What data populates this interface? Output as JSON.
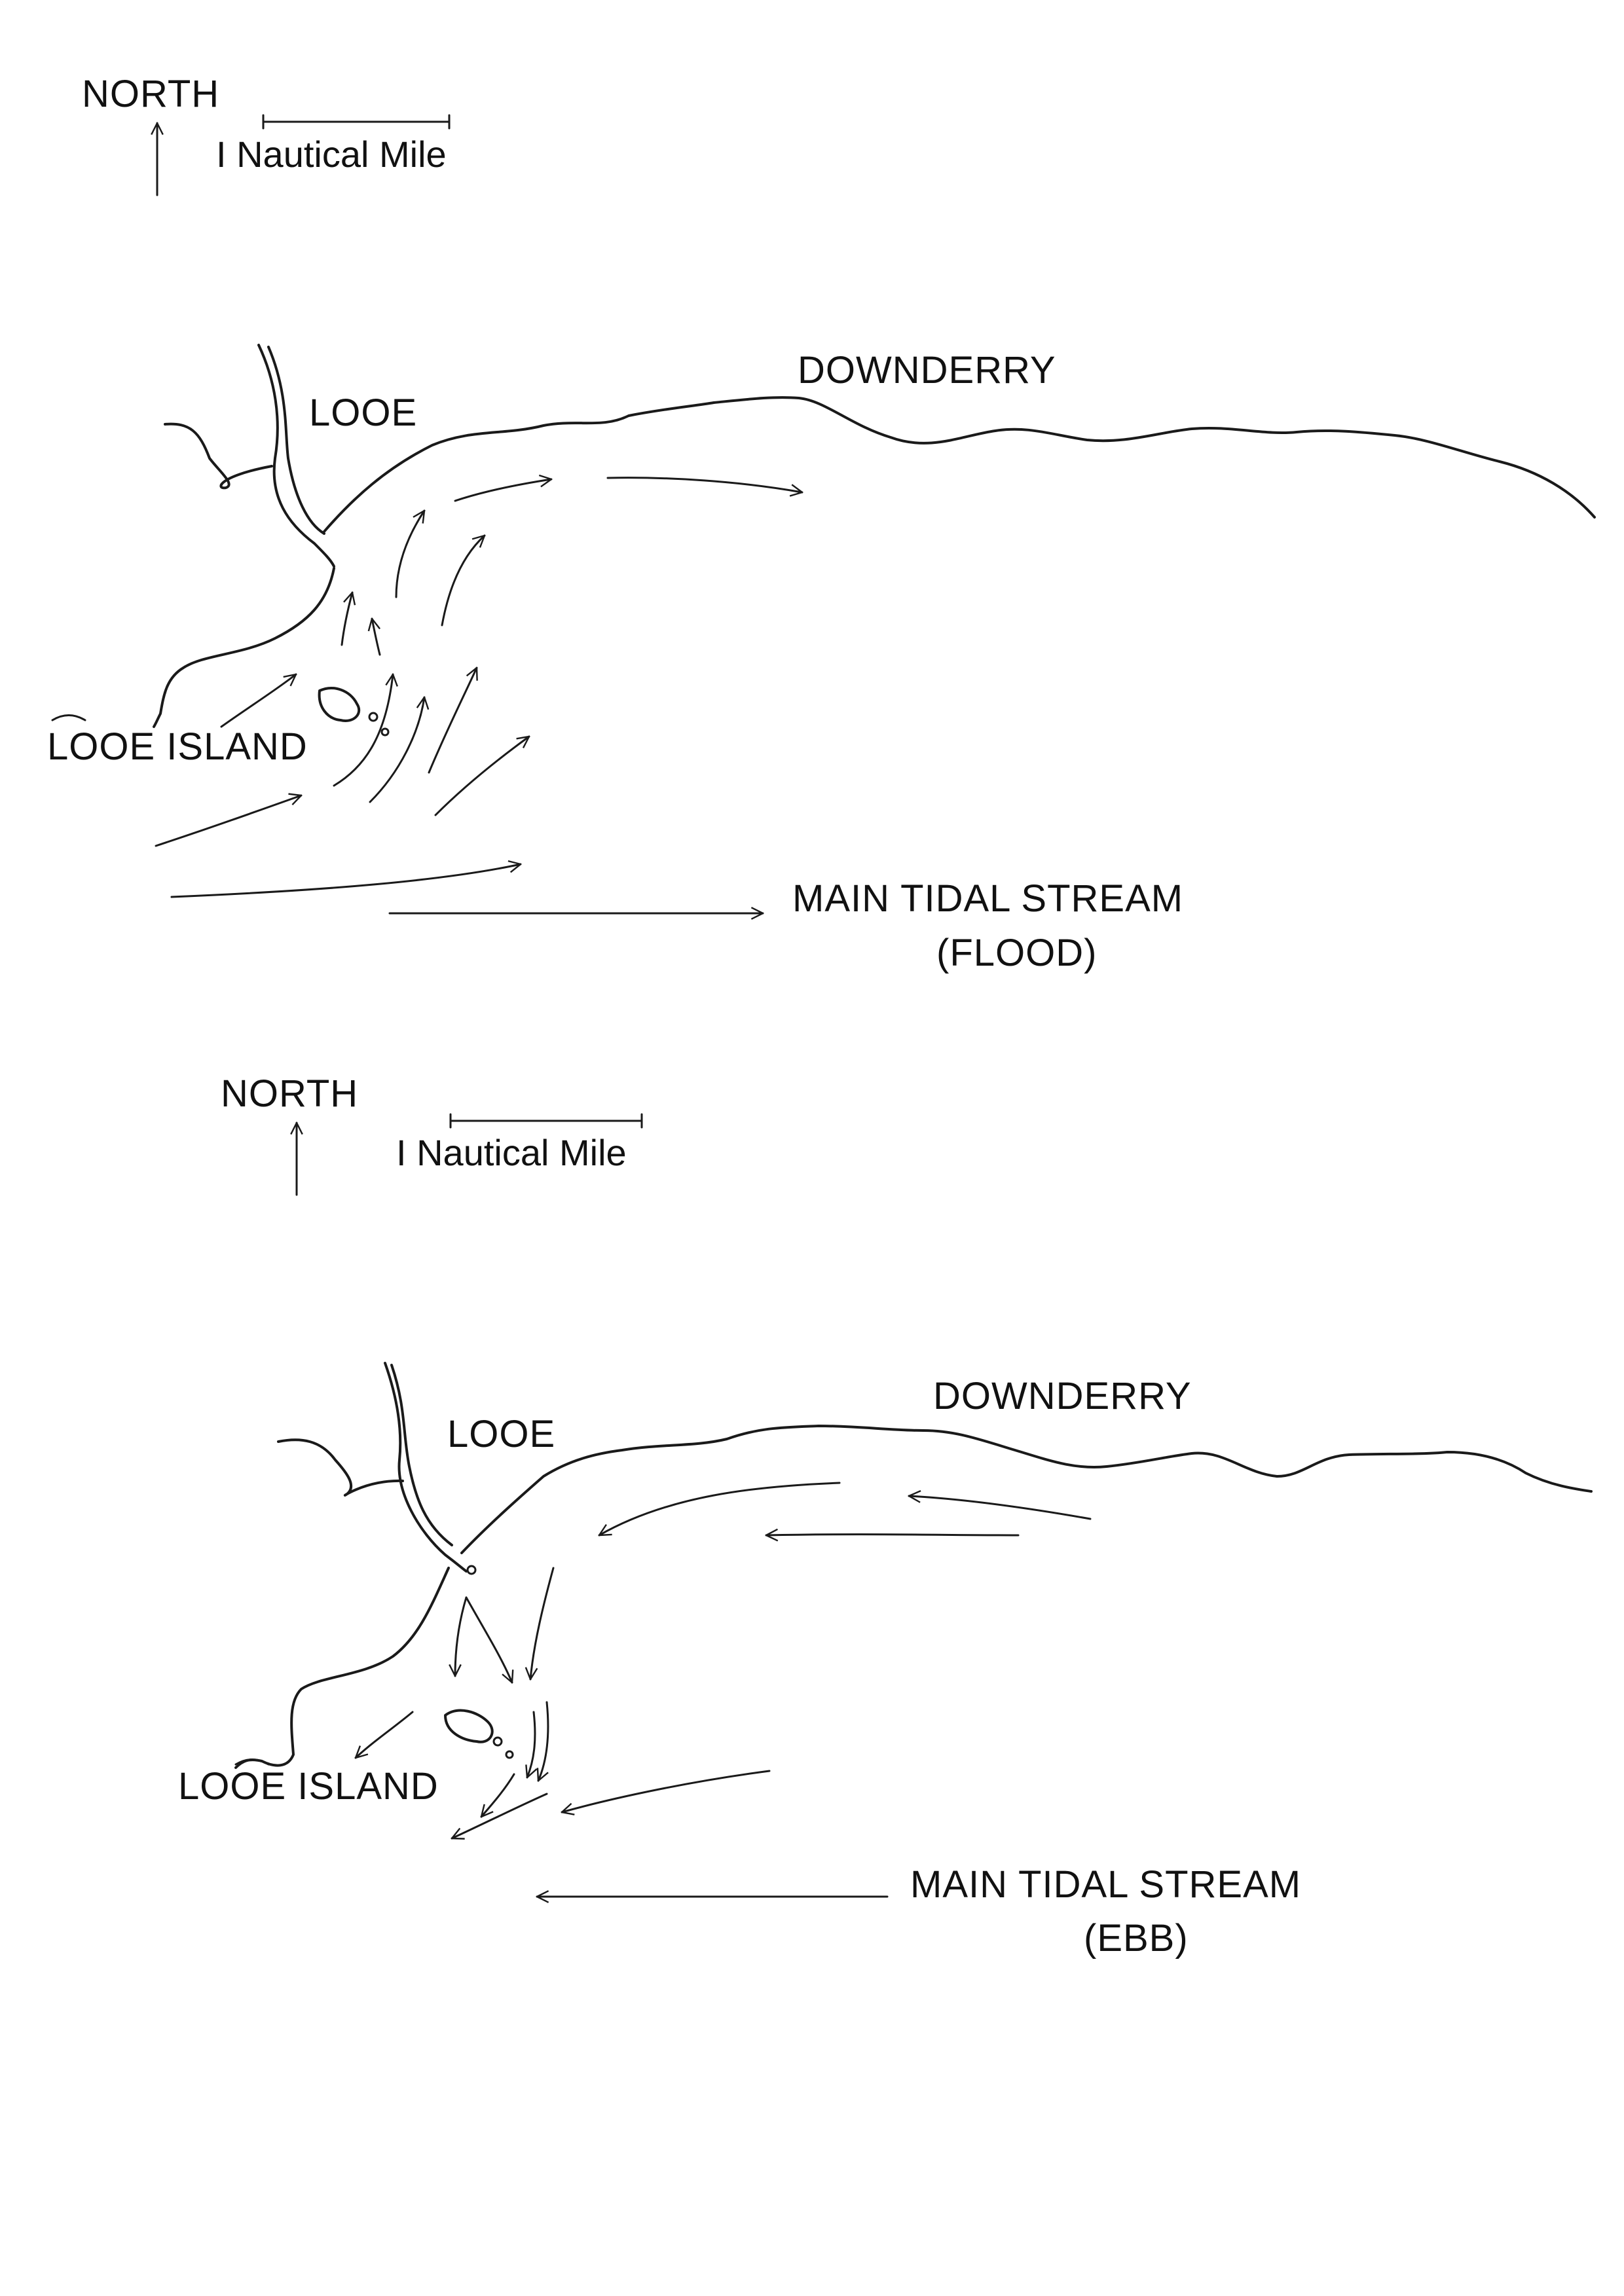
{
  "diagrams": [
    {
      "north_label": "NORTH",
      "scale_label": "I Nautical Mile",
      "town_label": "LOOE",
      "place_label": "DOWNDERRY",
      "island_label": "LOOE ISLAND",
      "stream_label": "MAIN TIDAL STREAM",
      "stream_phase": "(FLOOD)"
    },
    {
      "north_label": "NORTH",
      "scale_label": "I Nautical Mile",
      "town_label": "LOOE",
      "place_label": "DOWNDERRY",
      "island_label": "LOOE ISLAND",
      "stream_label": "MAIN TIDAL STREAM",
      "stream_phase": "(EBB)"
    }
  ],
  "colors": {
    "ink": "#1a1a1a",
    "paper": "#ffffff"
  }
}
